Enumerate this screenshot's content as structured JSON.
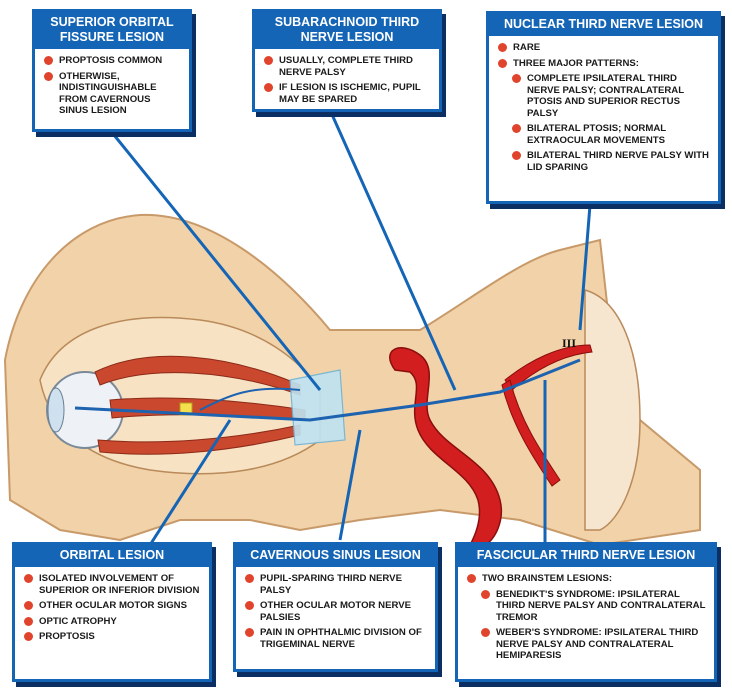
{
  "boxes": {
    "superior_orbital": {
      "title": "SUPERIOR ORBITAL FISSURE LESION",
      "items": [
        "PROPTOSIS COMMON",
        "OTHERWISE, INDISTINGUISHABLE FROM CAVERNOUS SINUS LESION"
      ]
    },
    "subarachnoid": {
      "title": "SUBARACHNOID THIRD NERVE LESION",
      "items": [
        "USUALLY, COMPLETE THIRD NERVE PALSY",
        "IF LESION IS ISCHEMIC, PUPIL MAY BE SPARED"
      ]
    },
    "nuclear": {
      "title": "NUCLEAR THIRD NERVE LESION",
      "items": [
        "RARE",
        "THREE MAJOR PATTERNS:"
      ],
      "subitems": [
        "COMPLETE IPSILATERAL THIRD NERVE PALSY; CONTRALATERAL PTOSIS AND SUPERIOR RECTUS PALSY",
        "BILATERAL PTOSIS; NORMAL EXTRAOCULAR MOVEMENTS",
        "BILATERAL THIRD NERVE PALSY WITH LID SPARING"
      ]
    },
    "orbital": {
      "title": "ORBITAL LESION",
      "items": [
        "ISOLATED INVOLVEMENT OF SUPERIOR OR INFERIOR DIVISION",
        "OTHER OCULAR MOTOR SIGNS",
        "OPTIC ATROPHY",
        "PROPTOSIS"
      ]
    },
    "cavernous": {
      "title": "CAVERNOUS SINUS LESION",
      "items": [
        "PUPIL-SPARING THIRD NERVE PALSY",
        "OTHER OCULAR MOTOR NERVE PALSIES",
        "PAIN IN OPHTHALMIC DIVISION OF TRIGEMINAL NERVE"
      ]
    },
    "fascicular": {
      "title": "FASCICULAR THIRD NERVE LESION",
      "items": [
        "TWO BRAINSTEM LESIONS:"
      ],
      "subitems": [
        "BENEDIKT'S SYNDROME: IPSILATERAL THIRD NERVE PALSY AND CONTRALATERAL TREMOR",
        "WEBER'S SYNDROME: IPSILATERAL THIRD NERVE PALSY AND CONTRALATERAL HEMIPARESIS"
      ]
    }
  },
  "nerve_label": "III",
  "colors": {
    "box_blue": "#1565b6",
    "bullet_red": "#e0442c",
    "bone": "#f2d2a8",
    "muscle": "#c9482e",
    "artery": "#d21e1e",
    "csf_blue": "#bfe3f2"
  }
}
